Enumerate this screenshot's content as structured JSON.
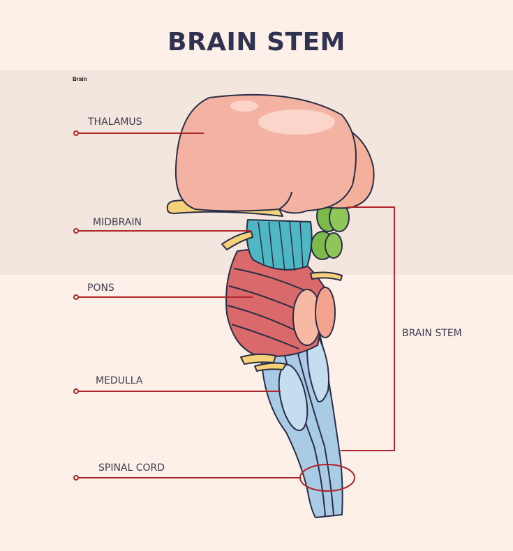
{
  "title": "BRAIN STEM",
  "corner_label": "Brain",
  "labels": {
    "thalamus": "THALAMUS",
    "midbrain": "MIDBRAIN",
    "pons": "PONS",
    "medulla": "MEDULLA",
    "spinal_cord": "SPINAL CORD",
    "brain_stem": "BRAIN STEM"
  },
  "colors": {
    "leader_line": "#b0252a",
    "title": "#2f3250",
    "thalamus": "#f4b3a2",
    "midbrain": "#4fb7c4",
    "pons": "#d9696a",
    "medulla": "#a9cbe6",
    "nerves": "#f5d27a",
    "colliculi": "#7cbb4b"
  }
}
